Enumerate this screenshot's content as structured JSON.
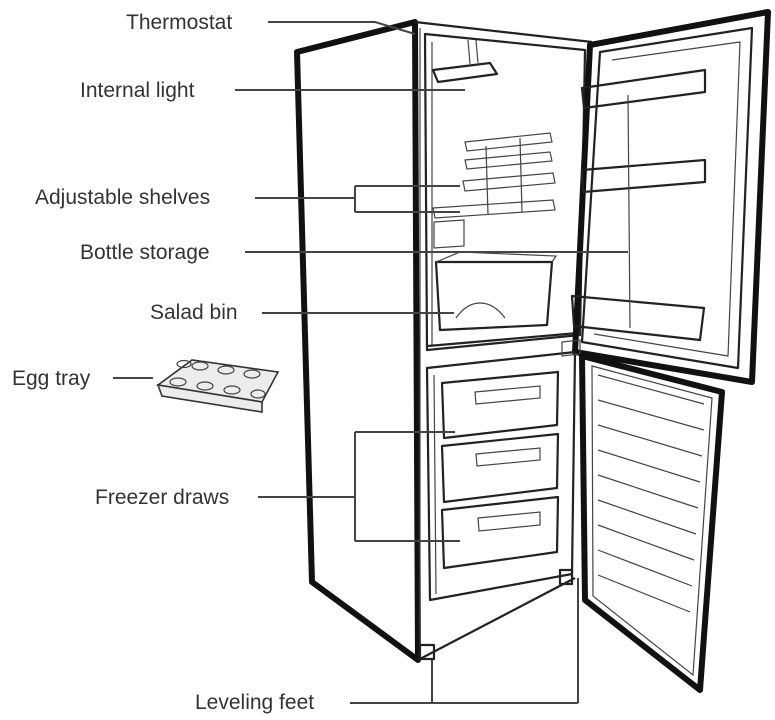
{
  "labels": {
    "thermostat": "Thermostat",
    "internal_light": "Internal light",
    "adjustable_shelves": "Adjustable shelves",
    "bottle_storage": "Bottle storage",
    "salad_bin": "Salad bin",
    "egg_tray": "Egg tray",
    "freezer_draws": "Freezer draws",
    "leveling_feet": "Leveling feet"
  },
  "colors": {
    "text": "#333333",
    "line": "#444444",
    "outline": "#111111",
    "tray_fill": "#ececec"
  }
}
